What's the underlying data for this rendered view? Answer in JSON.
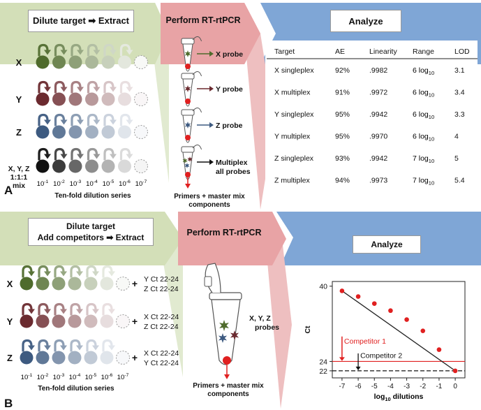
{
  "panelA": {
    "label": "A",
    "step1": "Dilute target ➡ Extract",
    "step2": "Perform RT-rtPCR",
    "step3": "Analyze",
    "rows": [
      {
        "label": "X",
        "color": "#4f6b2c"
      },
      {
        "label": "Y",
        "color": "#6b2a2f"
      },
      {
        "label": "Z",
        "color": "#3d5a80"
      },
      {
        "label_lines": [
          "X, Y, Z",
          "1:1:1",
          "mix"
        ],
        "color": "#111111"
      }
    ],
    "dilutions": [
      "10-1",
      "10-2",
      "10-3",
      "10-4",
      "10-5",
      "10-6",
      "10-7"
    ],
    "series_caption": "Ten-fold dilution series",
    "probes": [
      "X probe",
      "Y probe",
      "Z probe",
      "Multiplex",
      "all probes"
    ],
    "primers_caption": [
      "Primers + master mix",
      "components"
    ],
    "table": {
      "headers": [
        "Target",
        "AE",
        "Linearity",
        "Range",
        "LOD"
      ],
      "rows": [
        [
          "X singleplex",
          "92%",
          ".9982",
          "6 log10",
          "3.1"
        ],
        [
          "X multiplex",
          "91%",
          ".9972",
          "6 log10",
          "3.4"
        ],
        [
          "Y singleplex",
          "95%",
          ".9942",
          "6 log10",
          "3.3"
        ],
        [
          "Y multiplex",
          "95%",
          ".9970",
          "6 log10",
          "4"
        ],
        [
          "Z singleplex",
          "93%",
          ".9942",
          "7 log10",
          "5"
        ],
        [
          "Z multiplex",
          "94%",
          ".9973",
          "7 log10",
          "5.4"
        ]
      ]
    }
  },
  "panelB": {
    "label": "B",
    "step1_lines": [
      "Dilute target",
      "Add competitors ➡ Extract"
    ],
    "step2": "Perform RT-rtPCR",
    "step3": "Analyze",
    "rows": [
      {
        "label": "X",
        "color": "#4f6b2c",
        "plus": "+",
        "comp": [
          "Y Ct 22-24",
          "Z Ct 22-24"
        ]
      },
      {
        "label": "Y",
        "color": "#6b2a2f",
        "plus": "+",
        "comp": [
          "X Ct 22-24",
          "Z Ct 22-24"
        ]
      },
      {
        "label": "Z",
        "color": "#3d5a80",
        "plus": "+",
        "comp": [
          "X Ct 22-24",
          "Y Ct 22-24"
        ]
      }
    ],
    "dilutions": [
      "10-1",
      "10-2",
      "10-3",
      "10-4",
      "10-5",
      "10-6",
      "10-7"
    ],
    "series_caption": "Ten-fold dilution series",
    "probes_lines": [
      "X, Y, Z",
      "probes"
    ],
    "primers_caption": [
      "Primers + master mix",
      "components"
    ]
  },
  "colors": {
    "green_banner": "#d3dfb8",
    "red_banner": "#e8a3a5",
    "blue_banner": "#7fa6d6",
    "x": "#4f6b2c",
    "y": "#6b2a2f",
    "z": "#3d5a80",
    "accent_red": "#e02020"
  },
  "chart_data": {
    "type": "line",
    "xlabel": "log10 dilutions",
    "ylabel": "Ct",
    "x_ticks": [
      -7,
      -6,
      -5,
      -4,
      -3,
      -2,
      -1,
      0
    ],
    "y_ticks": [
      22,
      24,
      40
    ],
    "xlim": [
      -7.6,
      0.6
    ],
    "ylim": [
      20.5,
      41
    ],
    "series": [
      {
        "x": [
          -7,
          -6,
          -5,
          -4,
          -3,
          -2,
          -1,
          0
        ],
        "y": [
          39,
          37.8,
          36.3,
          34.8,
          32.9,
          30.5,
          26.5,
          22
        ]
      }
    ],
    "reference_lines": [
      {
        "y": 24,
        "label": "Competitor 1",
        "color": "#e02020",
        "style": "solid"
      },
      {
        "y": 22,
        "label": "Competitor 2",
        "color": "#111111",
        "style": "dashed"
      }
    ]
  }
}
